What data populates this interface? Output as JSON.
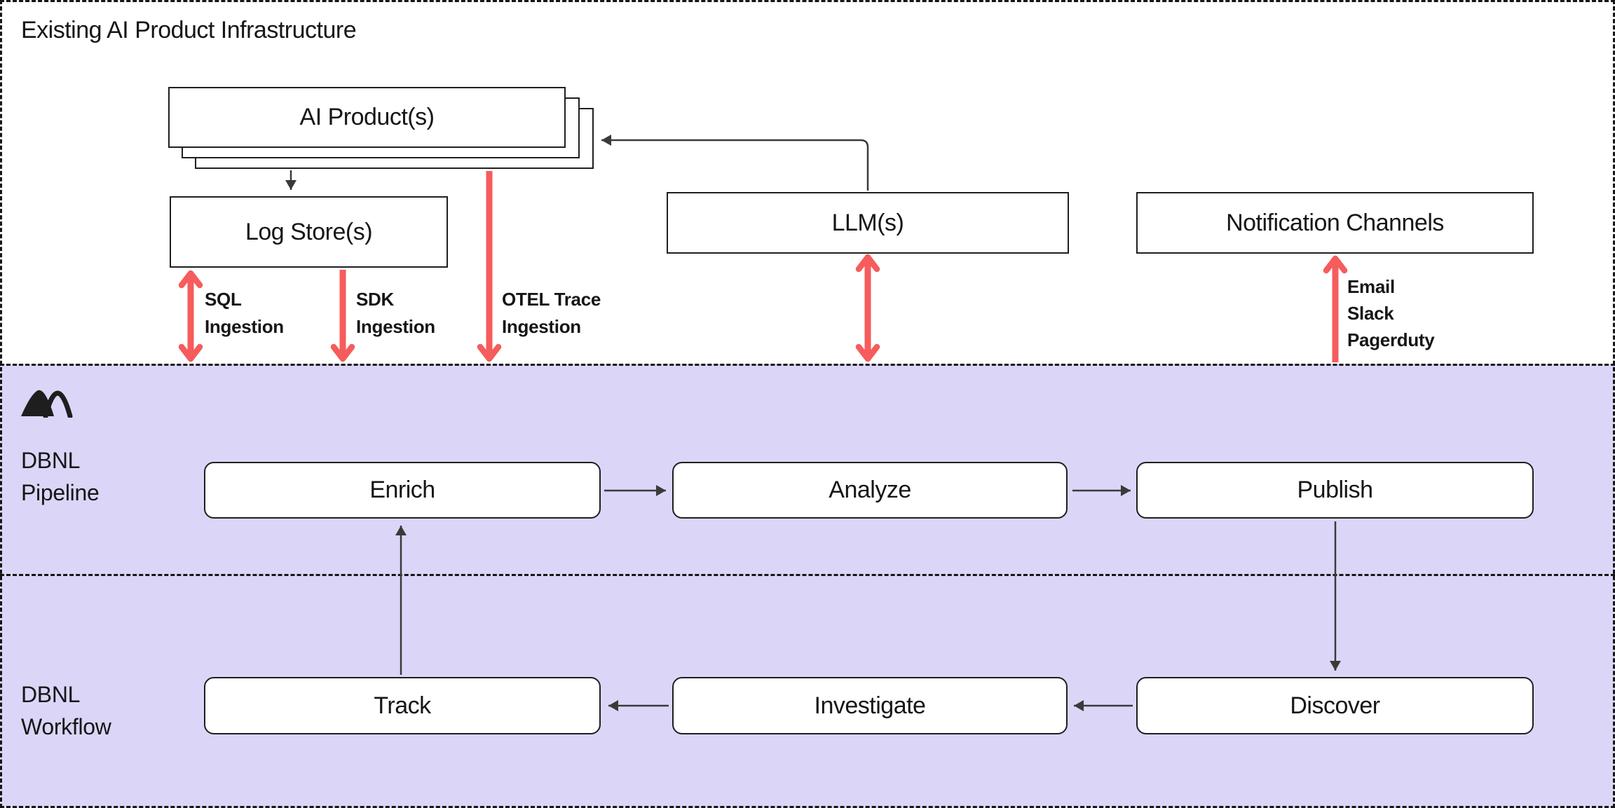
{
  "colors": {
    "top_background": "#ffffff",
    "section_background": "#dbd6f7",
    "arrow_red": "#f65c5c",
    "text": "#161616",
    "box_border": "#1f1f1f",
    "connector": "#3a3a3a"
  },
  "top_section": {
    "title": "Existing AI Product Infrastructure",
    "nodes": {
      "ai_products": {
        "label": "AI Product(s)"
      },
      "log_stores": {
        "label": "Log Store(s)"
      },
      "llms": {
        "label": "LLM(s)"
      },
      "notification_channels": {
        "label": "Notification Channels"
      }
    },
    "arrow_labels": {
      "sql": [
        "SQL",
        "Ingestion"
      ],
      "sdk": [
        "SDK",
        "Ingestion"
      ],
      "otel": [
        "OTEL Trace",
        "Ingestion"
      ],
      "notification": [
        "Email",
        "Slack",
        "Pagerduty"
      ]
    }
  },
  "pipeline_section": {
    "label_lines": [
      "DBNL",
      "Pipeline"
    ],
    "logo_icon": "mountain-icon",
    "nodes": [
      {
        "label": "Enrich"
      },
      {
        "label": "Analyze"
      },
      {
        "label": "Publish"
      }
    ]
  },
  "workflow_section": {
    "label_lines": [
      "DBNL",
      "Workflow"
    ],
    "nodes": [
      {
        "label": "Track"
      },
      {
        "label": "Investigate"
      },
      {
        "label": "Discover"
      }
    ]
  }
}
